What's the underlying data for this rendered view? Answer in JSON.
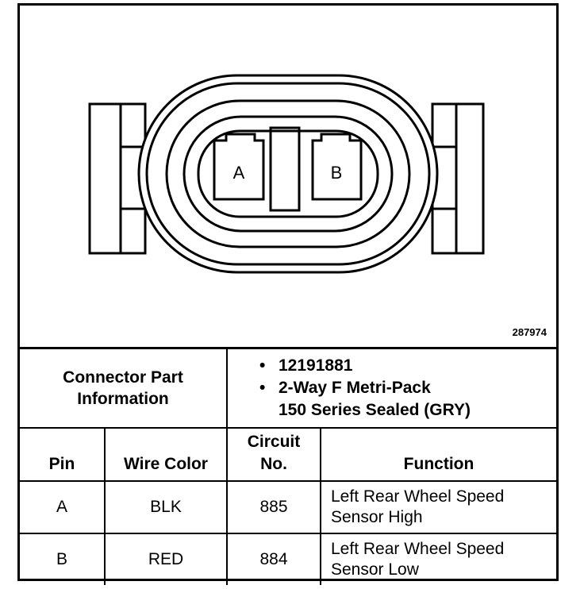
{
  "figure_number": "287974",
  "connector": {
    "pin_labels": [
      "A",
      "B"
    ]
  },
  "part_info": {
    "label_line1": "Connector Part",
    "label_line2": "Information",
    "items": [
      {
        "bullet": "•",
        "line1": "12191881",
        "line2": ""
      },
      {
        "bullet": "•",
        "line1": "2-Way F Metri-Pack",
        "line2": "150 Series Sealed (GRY)"
      }
    ]
  },
  "table": {
    "headers": {
      "pin": "Pin",
      "wire_color": "Wire Color",
      "circuit_line1": "Circuit",
      "circuit_line2": "No.",
      "function": "Function"
    },
    "rows": [
      {
        "pin": "A",
        "wire_color": "BLK",
        "circuit": "885",
        "function_line1": "Left Rear Wheel Speed",
        "function_line2": "Sensor High"
      },
      {
        "pin": "B",
        "wire_color": "RED",
        "circuit": "884",
        "function_line1": "Left Rear Wheel Speed",
        "function_line2": "Sensor Low"
      }
    ]
  }
}
